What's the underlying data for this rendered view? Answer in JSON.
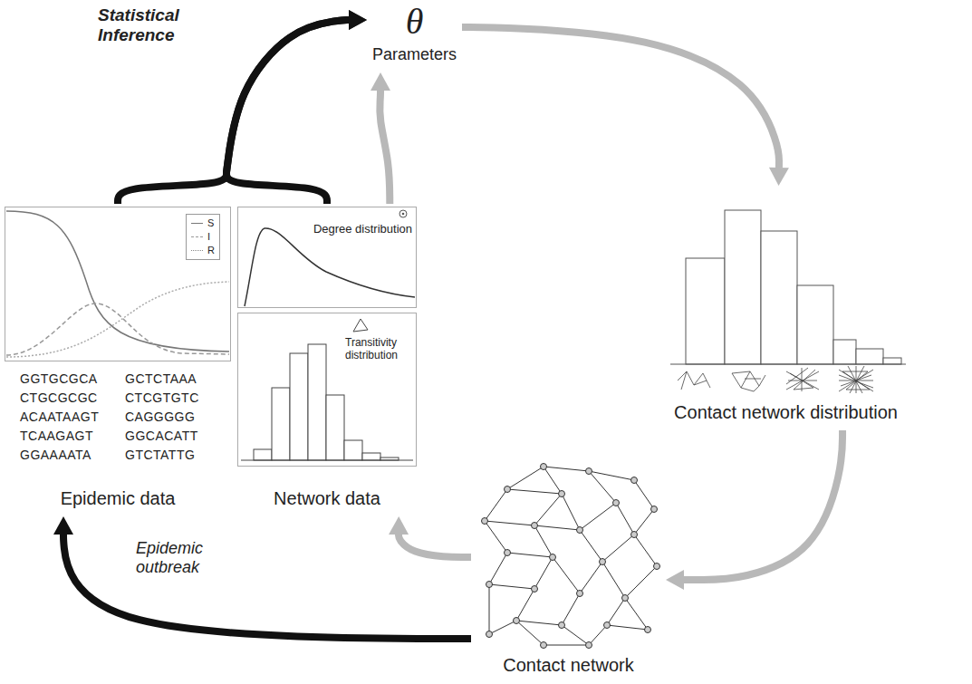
{
  "diagram": {
    "nodes": [
      {
        "text": [
          "θ",
          "Parameters"
        ]
      },
      {
        "text": [
          "Contact network distribution"
        ]
      },
      {
        "text": [
          "Contact network"
        ]
      },
      {
        "text": [
          "Epidemic data"
        ]
      },
      {
        "text": [
          "Network data"
        ]
      },
      {
        "text": [
          "Degree distribution"
        ],
        "in": 4
      },
      {
        "text": [
          "Transitivity distribution"
        ],
        "in": 4
      }
    ],
    "edges": [
      {
        "from": 3,
        "to": 0,
        "arrow": "to",
        "label": "Statistical Inference"
      },
      {
        "from": 4,
        "to": 0,
        "arrow": "to"
      },
      {
        "from": 4,
        "to": 0,
        "arrow": "to"
      },
      {
        "from": 0,
        "to": 1,
        "arrow": "to"
      },
      {
        "from": 1,
        "to": 2,
        "arrow": "to"
      },
      {
        "from": 2,
        "to": 4,
        "arrow": "to"
      },
      {
        "from": 2,
        "to": 3,
        "arrow": "to",
        "label": "Epidemic outbreak"
      }
    ],
    "labels": [
      "GGTGCGCA",
      "GCTCTAAA",
      "CTGCGCGC",
      "CTCGTGTC",
      "ACAATAAGT",
      "CAGGGGG",
      "TCAAGAGT",
      "GGCACATT",
      "GGAAAATA",
      "GTCTATTG"
    ],
    "legend": [
      {
        "text": "S"
      },
      {
        "text": "I"
      },
      {
        "text": "R"
      }
    ]
  }
}
